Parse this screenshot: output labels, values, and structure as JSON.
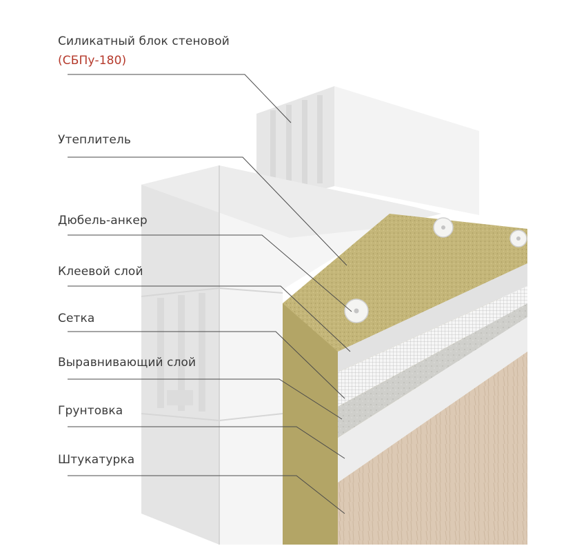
{
  "labels": {
    "block_title": "Силикатный блок стеновой",
    "block_code": "(СБПу-180)",
    "insulation": "Утеплитель",
    "anchor": "Дюбель-анкер",
    "glue": "Клеевой слой",
    "mesh": "Сетка",
    "leveling": "Выравнивающий слой",
    "primer": "Грунтовка",
    "plaster": "Штукатурка"
  },
  "colors": {
    "background": "#ffffff",
    "label_text": "#3a3a3a",
    "accent_code": "#b5392b",
    "block": "#f1f1f1",
    "insulation": "#c4b679",
    "glue": "#e2e2e2",
    "mesh": "#f6f6f6",
    "leveling": "#cfcfcb",
    "primer": "#ededed",
    "plaster": "#dcc9b4",
    "leader_line": "#4a4a4a"
  }
}
